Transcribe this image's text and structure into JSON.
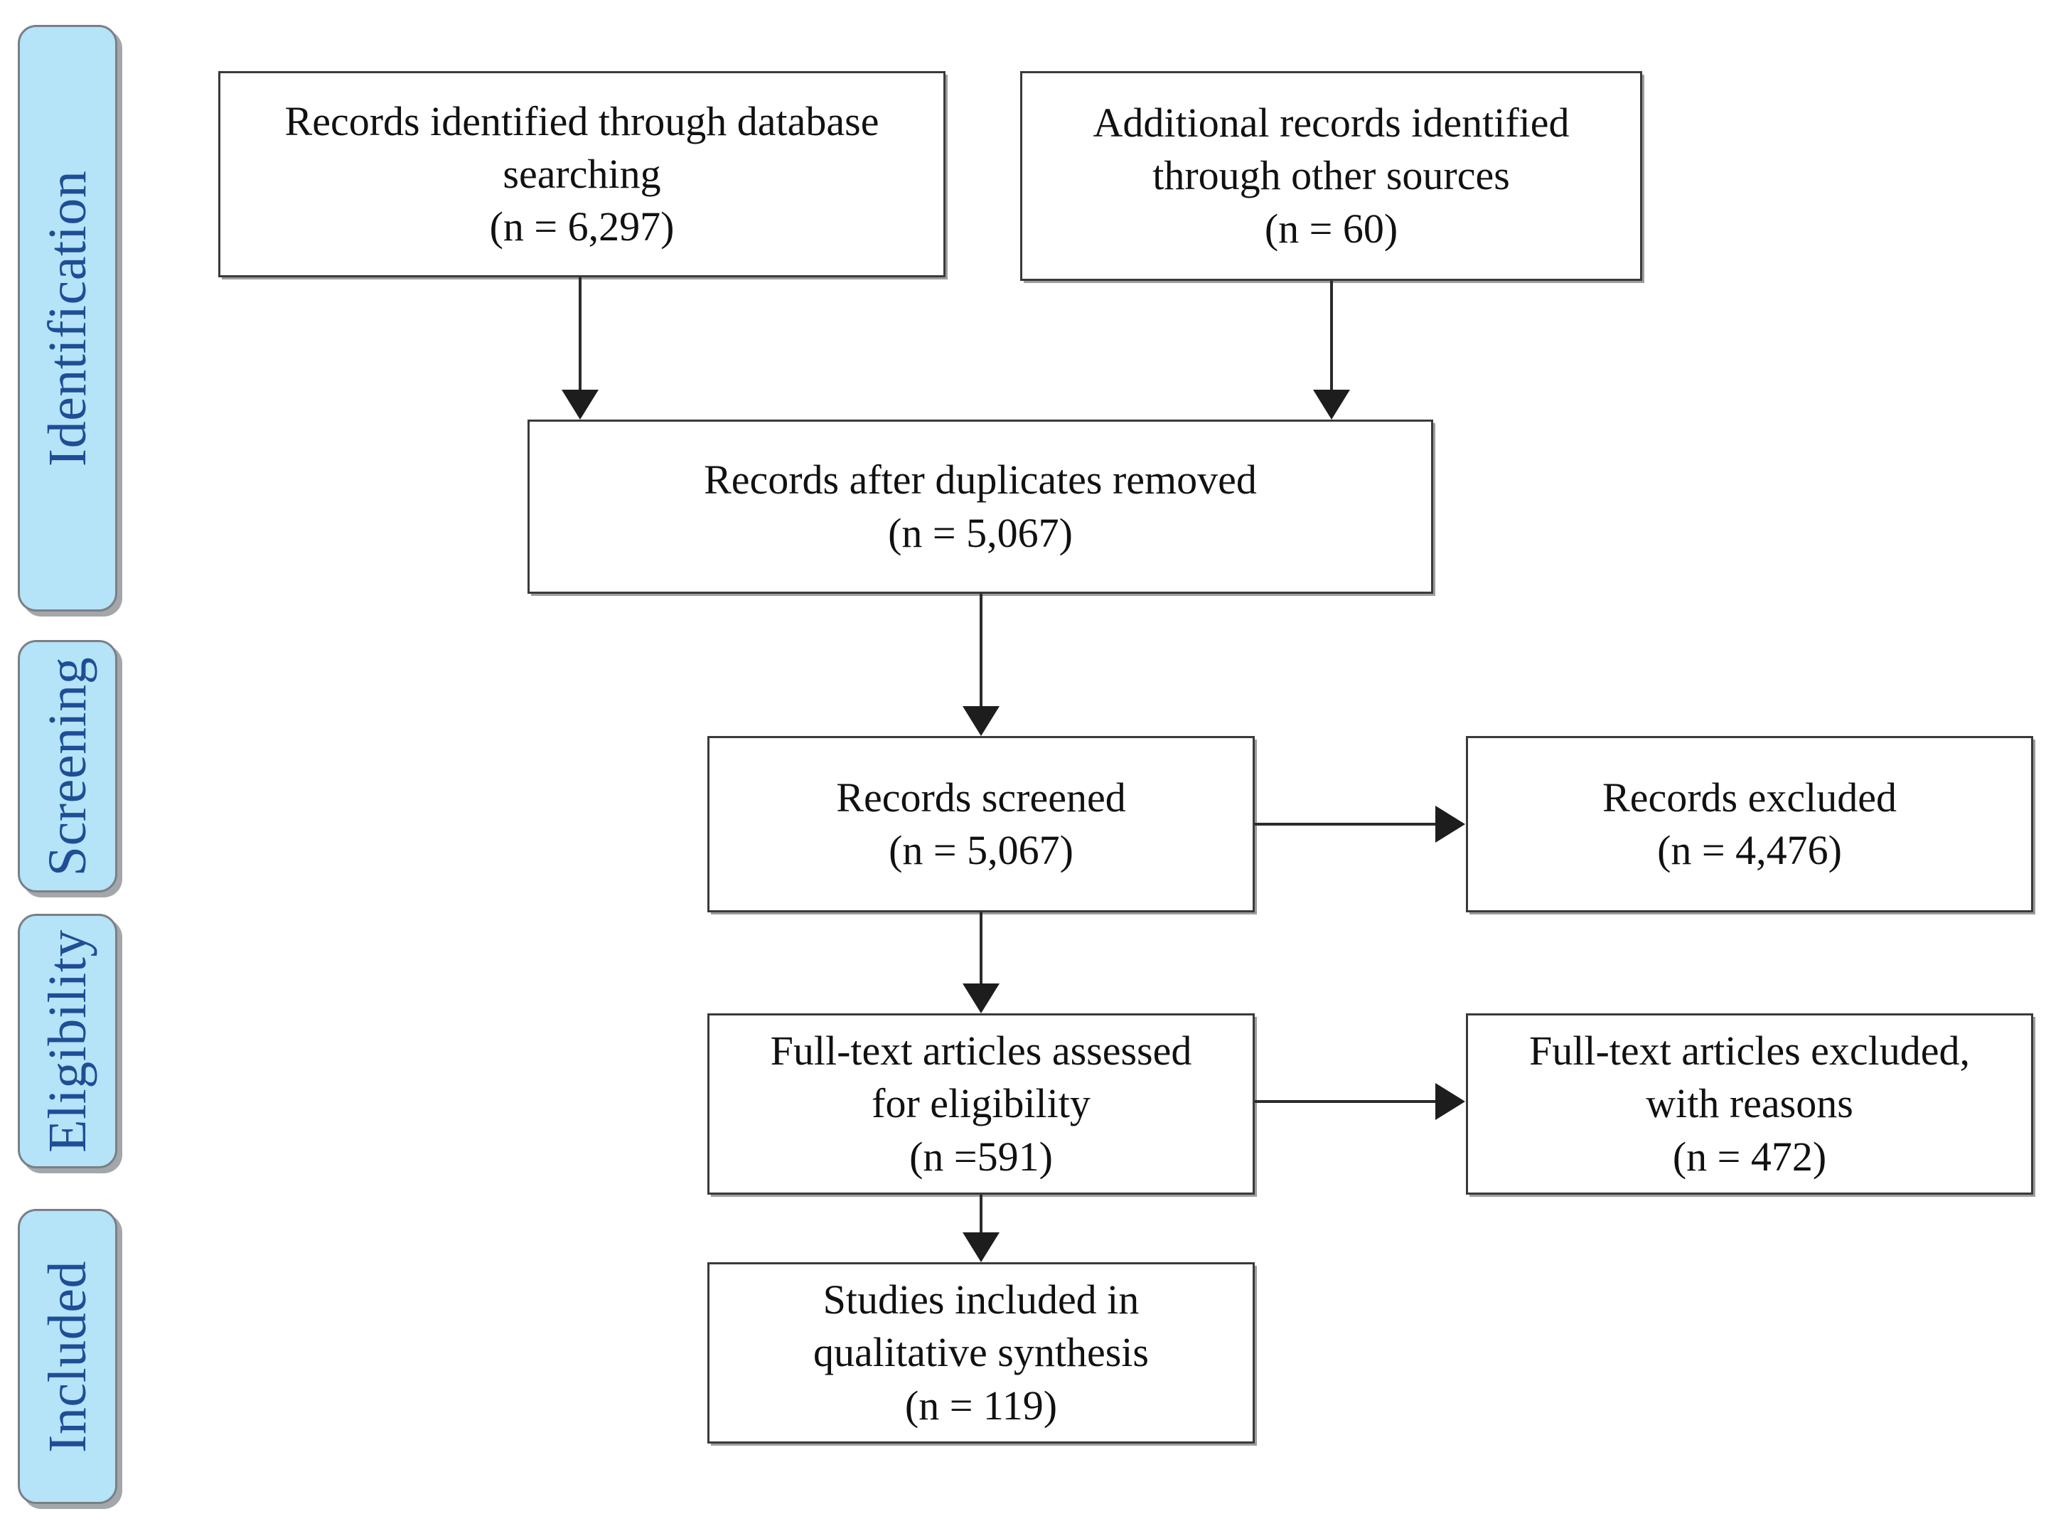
{
  "diagram": {
    "title": "PRISMA flow diagram",
    "accent_color": "#b5e3f7",
    "stage_label_color": "#1f4e96",
    "box_border_color": "#3a3a3a",
    "connector_color": "#2b2b2b"
  },
  "stages": [
    {
      "id": "identification",
      "label": "Identification"
    },
    {
      "id": "screening",
      "label": "Screening"
    },
    {
      "id": "eligibility",
      "label": "Eligibility"
    },
    {
      "id": "included",
      "label": "Included"
    }
  ],
  "boxes": {
    "database_records": {
      "text": "Records identified through database\nsearching\n(n =  6,297)",
      "line1": "Records identified through database",
      "line2": "searching",
      "count_label": "(n =  6,297)",
      "n": 6297
    },
    "other_records": {
      "text": "Additional records identified\nthrough other sources\n(n = 60)",
      "line1": "Additional records identified",
      "line2": "through other sources",
      "count_label": "(n = 60)",
      "n": 60
    },
    "after_duplicates": {
      "text": "Records after duplicates removed\n(n = 5,067)",
      "line1": "Records after duplicates removed",
      "count_label": "(n = 5,067)",
      "n": 5067
    },
    "records_screened": {
      "text": "Records screened\n(n = 5,067)",
      "line1": "Records screened",
      "count_label": "(n = 5,067)",
      "n": 5067
    },
    "records_excluded": {
      "text": "Records excluded\n(n = 4,476)",
      "line1": "Records excluded",
      "count_label": "(n = 4,476)",
      "n": 4476
    },
    "fulltext_assessed": {
      "text": "Full-text articles assessed\nfor eligibility\n(n =591)",
      "line1": "Full-text articles assessed",
      "line2": "for eligibility",
      "count_label": "(n =591)",
      "n": 591
    },
    "fulltext_excluded": {
      "text": "Full-text articles excluded,\nwith reasons\n(n = 472)",
      "line1": "Full-text articles excluded,",
      "line2": "with reasons",
      "count_label": "(n = 472)",
      "n": 472
    },
    "studies_included": {
      "text": "Studies included in\nqualitative synthesis\n(n = 119)",
      "line1": "Studies included in",
      "line2": "qualitative synthesis",
      "count_label": "(n = 119)",
      "n": 119
    }
  },
  "chart_data": {
    "type": "diagram",
    "title": "PRISMA flow diagram",
    "nodes": [
      {
        "id": "database_records",
        "stage": "Identification",
        "label": "Records identified through database searching",
        "n": 6297
      },
      {
        "id": "other_records",
        "stage": "Identification",
        "label": "Additional records identified through other sources",
        "n": 60
      },
      {
        "id": "after_duplicates",
        "stage": "Identification",
        "label": "Records after duplicates removed",
        "n": 5067
      },
      {
        "id": "records_screened",
        "stage": "Screening",
        "label": "Records screened",
        "n": 5067
      },
      {
        "id": "records_excluded",
        "stage": "Screening",
        "label": "Records excluded",
        "n": 4476
      },
      {
        "id": "fulltext_assessed",
        "stage": "Eligibility",
        "label": "Full-text articles assessed for eligibility",
        "n": 591
      },
      {
        "id": "fulltext_excluded",
        "stage": "Eligibility",
        "label": "Full-text articles excluded, with reasons",
        "n": 472
      },
      {
        "id": "studies_included",
        "stage": "Included",
        "label": "Studies included in qualitative synthesis",
        "n": 119
      }
    ],
    "edges": [
      {
        "from": "database_records",
        "to": "after_duplicates",
        "direction": "down"
      },
      {
        "from": "other_records",
        "to": "after_duplicates",
        "direction": "down"
      },
      {
        "from": "after_duplicates",
        "to": "records_screened",
        "direction": "down"
      },
      {
        "from": "records_screened",
        "to": "records_excluded",
        "direction": "right"
      },
      {
        "from": "records_screened",
        "to": "fulltext_assessed",
        "direction": "down"
      },
      {
        "from": "fulltext_assessed",
        "to": "fulltext_excluded",
        "direction": "right"
      },
      {
        "from": "fulltext_assessed",
        "to": "studies_included",
        "direction": "down"
      }
    ]
  }
}
